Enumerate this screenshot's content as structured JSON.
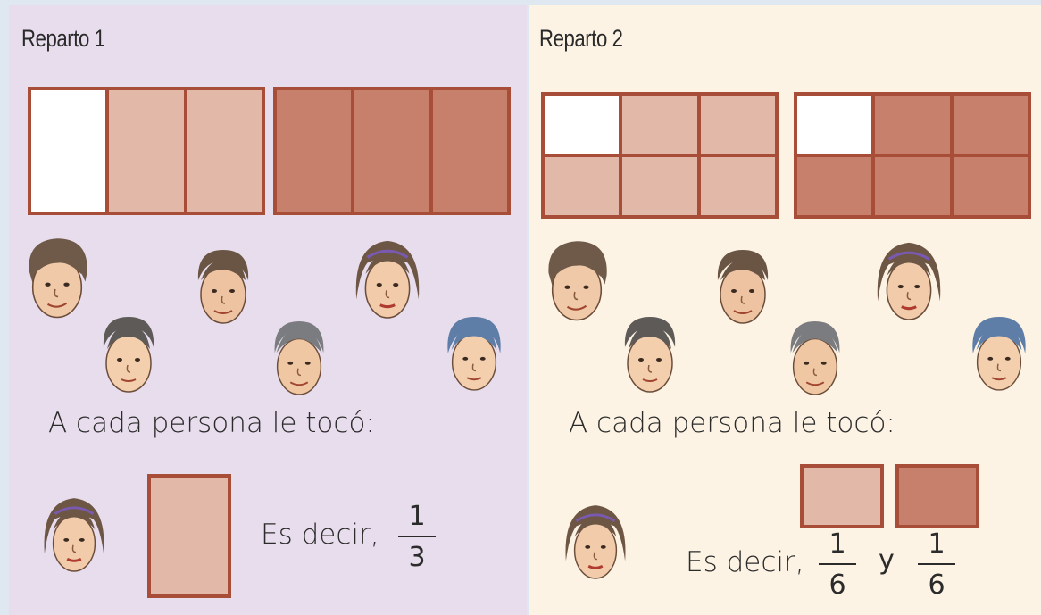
{
  "reparto1": {
    "title": "Reparto 1",
    "caption": "A cada persona le tocó:",
    "es_decir": "Es decir,",
    "fraction": {
      "numerator": "1",
      "denominator": "3"
    }
  },
  "reparto2": {
    "title": "Reparto 2",
    "caption": "A cada persona le tocó:",
    "es_decir": "Es decir,",
    "fraction_a": {
      "numerator": "1",
      "denominator": "6"
    },
    "joiner": "y",
    "fraction_b": {
      "numerator": "1",
      "denominator": "6"
    }
  },
  "colors": {
    "border": "#a84d37",
    "light_fill": "#e2b8a8",
    "dark_fill": "#c6806c",
    "panel1_bg": "#e8dded",
    "panel2_bg": "#fcf3e4"
  }
}
